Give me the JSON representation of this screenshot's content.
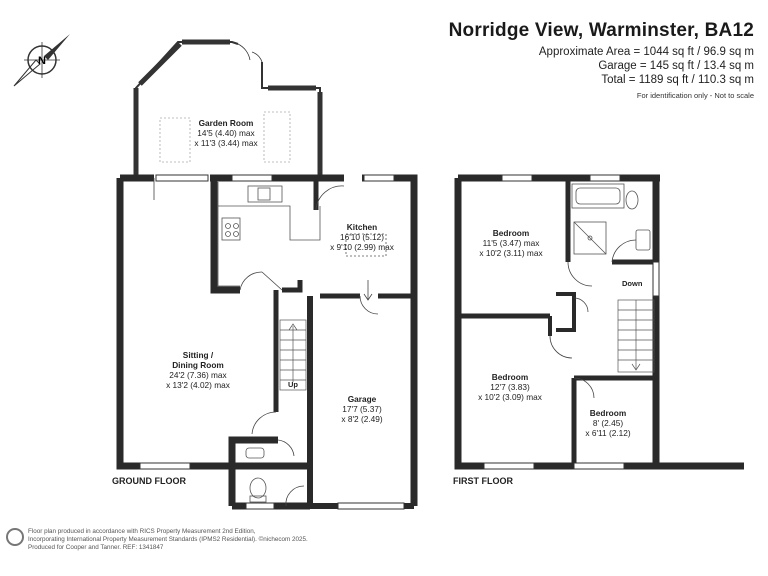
{
  "header": {
    "title": "Norridge View, Warminster, BA12",
    "approx_area": "Approximate Area = 1044 sq ft / 96.9 sq m",
    "garage_area": "Garage = 145 sq ft / 13.4 sq m",
    "total_area": "Total = 1189 sq ft / 110.3 sq m",
    "note": "For identification only - Not to scale"
  },
  "compass": {
    "letter": "N"
  },
  "ground_floor": {
    "label": "GROUND FLOOR",
    "rooms": {
      "garden_room": {
        "name": "Garden Room",
        "dim1": "14'5 (4.40) max",
        "dim2": "x 11'3 (3.44) max"
      },
      "kitchen": {
        "name": "Kitchen",
        "dim1": "16'10 (5.12)",
        "dim2": "x 9'10 (2.99) max"
      },
      "sitting": {
        "name": "Sitting /",
        "name2": "Dining Room",
        "dim1": "24'2 (7.36) max",
        "dim2": "x 13'2 (4.02) max"
      },
      "garage": {
        "name": "Garage",
        "dim1": "17'7 (5.37)",
        "dim2": "x 8'2 (2.49)"
      }
    },
    "stairs_label": "Up"
  },
  "first_floor": {
    "label": "FIRST FLOOR",
    "rooms": {
      "bedroom1": {
        "name": "Bedroom",
        "dim1": "11'5 (3.47) max",
        "dim2": "x 10'2 (3.11) max"
      },
      "bedroom2": {
        "name": "Bedroom",
        "dim1": "12'7 (3.83)",
        "dim2": "x 10'2 (3.09) max"
      },
      "bedroom3": {
        "name": "Bedroom",
        "dim1": "8' (2.45)",
        "dim2": "x 6'11 (2.12)"
      }
    },
    "stairs_label": "Down"
  },
  "footer": {
    "line1": "Floor plan produced in accordance with RICS Property Measurement 2nd Edition,",
    "line2": "Incorporating International Property Measurement Standards (IPMS2 Residential).  ©nichecom 2025.",
    "line3": "Produced for Cooper and Tanner.   REF: 1341847"
  }
}
